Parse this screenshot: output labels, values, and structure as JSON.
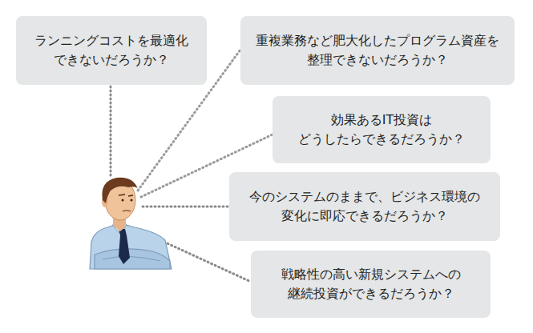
{
  "diagram": {
    "nodes": [
      {
        "text": [
          "ランニングコストを最適化 できないだろうか？"
        ]
      },
      {
        "text": [
          "重複業務など肥大化したプログラム資産を 整理できないだろうか？"
        ]
      },
      {
        "text": [
          "効果あるIT投資は どうしたらできるだろうか？"
        ]
      },
      {
        "text": [
          "今のシステムのままで、ビジネス環境の 変化に即応できるだろうか？"
        ]
      },
      {
        "text": [
          "戦略性の高い新規システムへの 継続投資ができるだろうか？"
        ]
      }
    ]
  }
}
